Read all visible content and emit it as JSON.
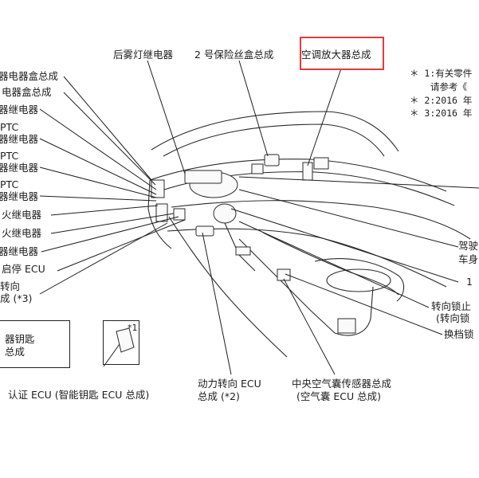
{
  "top_labels": {
    "rear_fog_relay": "后雾灯继电器",
    "fuse_box": "2 号保险丝盒总成",
    "ac_amplifier": "空调放大器总成"
  },
  "notes": [
    "＊ 1:有关零件",
    "请参考《",
    "＊ 2:2016 年",
    "＊ 3:2016 年"
  ],
  "left_labels": [
    "器电器盒总成",
    "电器盒总成",
    "器继电器",
    "PTC",
    "器继电器",
    "PTC",
    "器继电器",
    "PTC",
    "器继电器",
    "火继电器",
    "火继电器",
    "器继电器",
    "启停 ECU",
    "转向",
    "成 (*3)"
  ],
  "right_labels": [
    "驾驶",
    "车身",
    "1",
    "转向锁止",
    "(转向锁",
    "换档锁"
  ],
  "box_labels": {
    "key_box_line1": "器钥匙",
    "key_box_line2": "总成",
    "star1": "*1"
  },
  "bottom_labels": {
    "auth_ecu": "认证 ECU (智能钥匙 ECU 总成)",
    "power_steering_1": "动力转向 ECU",
    "power_steering_2": "总成 (*2)",
    "airbag_1": "中央空气囊传感器总成",
    "airbag_2": "(空气囊 ECU 总成)"
  },
  "colors": {
    "highlight": "#e53a3a",
    "ink": "#1e1e1e"
  }
}
